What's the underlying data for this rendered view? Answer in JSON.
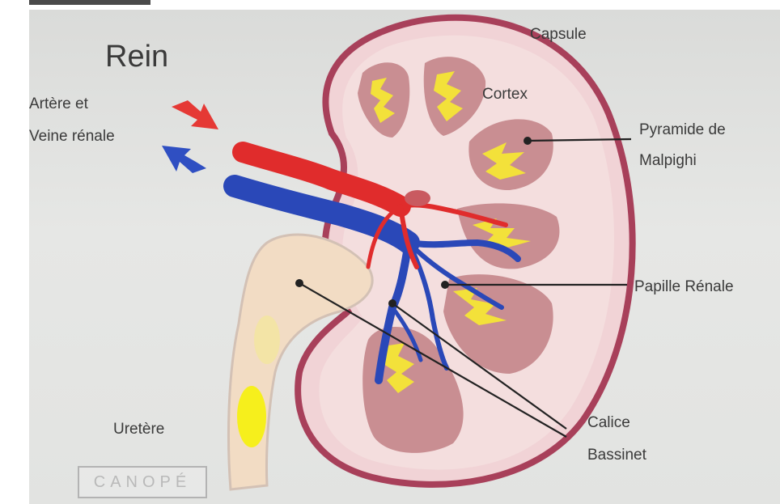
{
  "title": "Rein",
  "labels": {
    "capsule": "Capsule",
    "cortex": "Cortex",
    "artere_line1": "Artère et",
    "artere_line2": "Veine rénale",
    "pyramide_line1": "Pyramide de",
    "pyramide_line2": "Malpighi",
    "papille": "Papille Rénale",
    "calice": "Calice",
    "bassinet": "Bassinet",
    "uretere": "Uretère"
  },
  "watermark": "CANOPÉ",
  "colors": {
    "background": "#e3e4e2",
    "capsule": "#a8405a",
    "kidney_fill": "#f1d3d6",
    "pyramid": "#c98e92",
    "artery": "#e02c2c",
    "vein": "#2a48b8",
    "yellow": "#f3e13a"
  }
}
